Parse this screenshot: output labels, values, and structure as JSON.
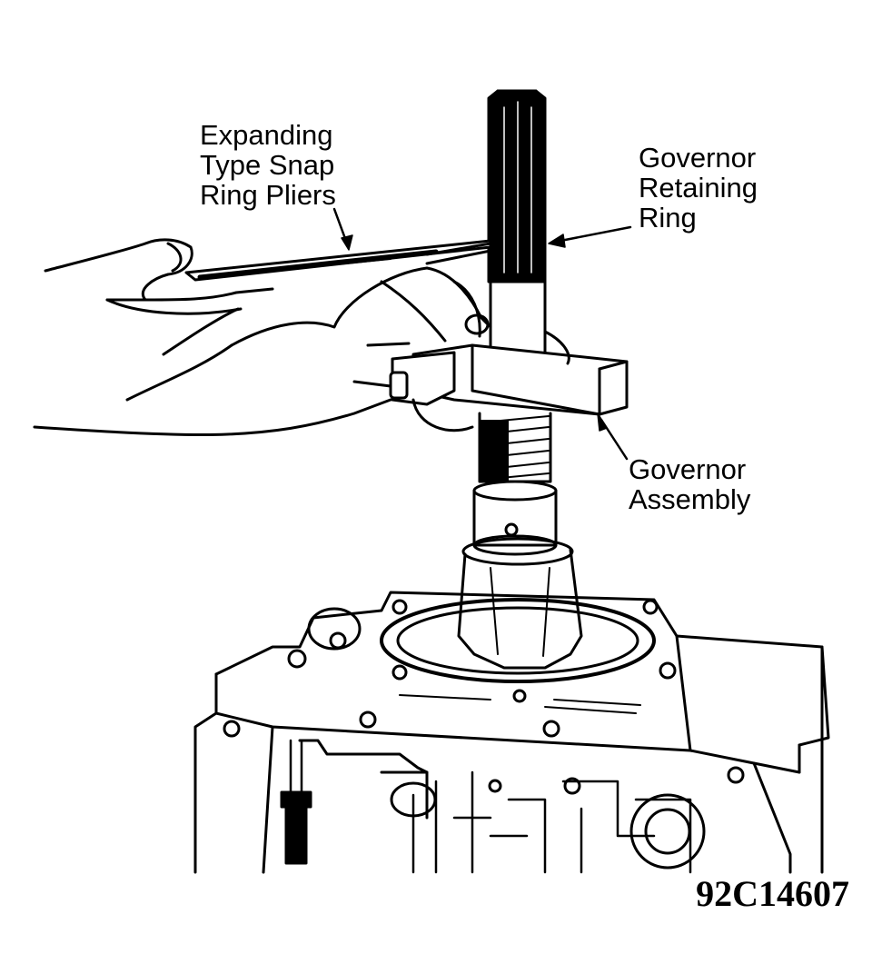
{
  "labels": {
    "pliers": [
      "Expanding",
      "Type Snap",
      "Ring Pliers"
    ],
    "retaining_ring": [
      "Governor",
      "Retaining",
      "Ring"
    ],
    "governor_assembly": [
      "Governor",
      "Assembly"
    ]
  },
  "figure_id": "92C14607",
  "colors": {
    "ink": "#000000",
    "paper": "#ffffff"
  }
}
